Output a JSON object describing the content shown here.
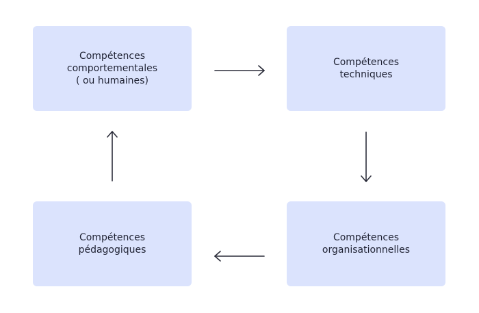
{
  "boxes": {
    "top_left": "Compétences\ncomportementales\n( ou humaines)",
    "top_right": "Compétences\ntechniques",
    "bottom_right": "Compétences\norganisationnelles",
    "bottom_left": "Compétences\npédagogiques"
  },
  "colors": {
    "box_fill": "#dbe3fd",
    "text": "#1f2233",
    "arrow": "#2b2d3a"
  },
  "flow": [
    "top_left",
    "top_right",
    "bottom_right",
    "bottom_left",
    "top_left"
  ]
}
